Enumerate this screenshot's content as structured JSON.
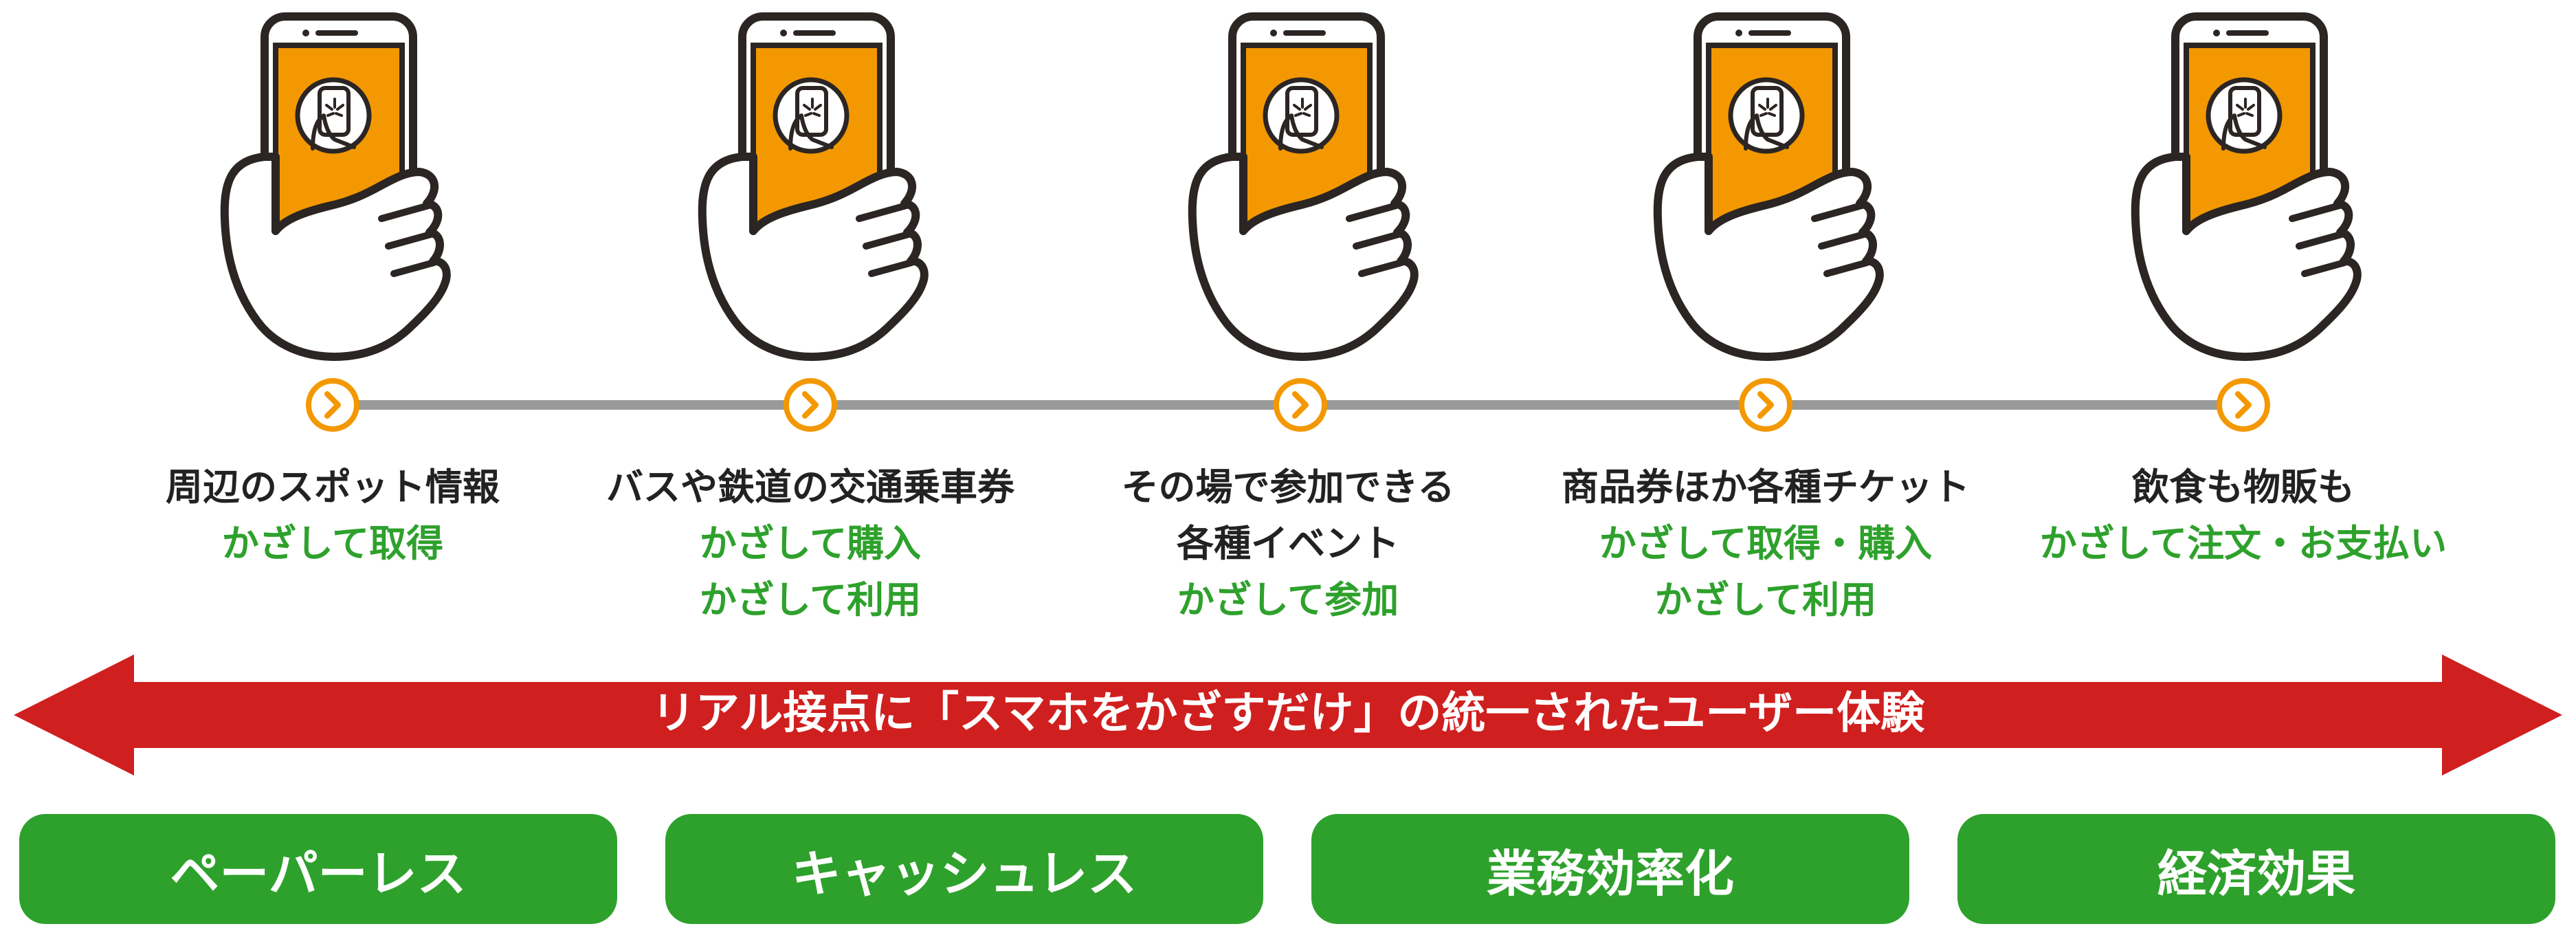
{
  "steps": [
    {
      "lines": [
        "周辺のスポット情報"
      ],
      "green_lines": [
        "かざして取得"
      ]
    },
    {
      "lines": [
        "バスや鉄道の交通乗車券"
      ],
      "green_lines": [
        "かざして購入",
        "かざして利用"
      ]
    },
    {
      "lines": [
        "その場で参加できる",
        "各種イベント"
      ],
      "green_lines": [
        "かざして参加"
      ]
    },
    {
      "lines": [
        "商品券ほか各種チケット"
      ],
      "green_lines": [
        "かざして取得・購入",
        "かざして利用"
      ]
    },
    {
      "lines": [
        "飲食も物販も"
      ],
      "green_lines": [
        "かざして注文・お支払い"
      ]
    }
  ],
  "banner": {
    "label": "リアル接点に「スマホをかざすだけ」の統一されたユーザー体験"
  },
  "benefits": [
    {
      "label": "ペーパーレス"
    },
    {
      "label": "キャッシュレス"
    },
    {
      "label": "業務効率化"
    },
    {
      "label": "経済効果"
    }
  ],
  "colors": {
    "phone_screen": "#f39800",
    "outline": "#2b2523",
    "step_dot": "#f39800",
    "timeline": "#9a9a9a",
    "text_dark": "#222222",
    "text_green": "#2ea12c",
    "banner_red": "#d01f1f",
    "benefit_green": "#2ea12c"
  },
  "icons": {
    "hand": "hand-holding-phone-icon",
    "tap": "nfc-tap-icon",
    "step": "chevron-right-circle-icon"
  }
}
